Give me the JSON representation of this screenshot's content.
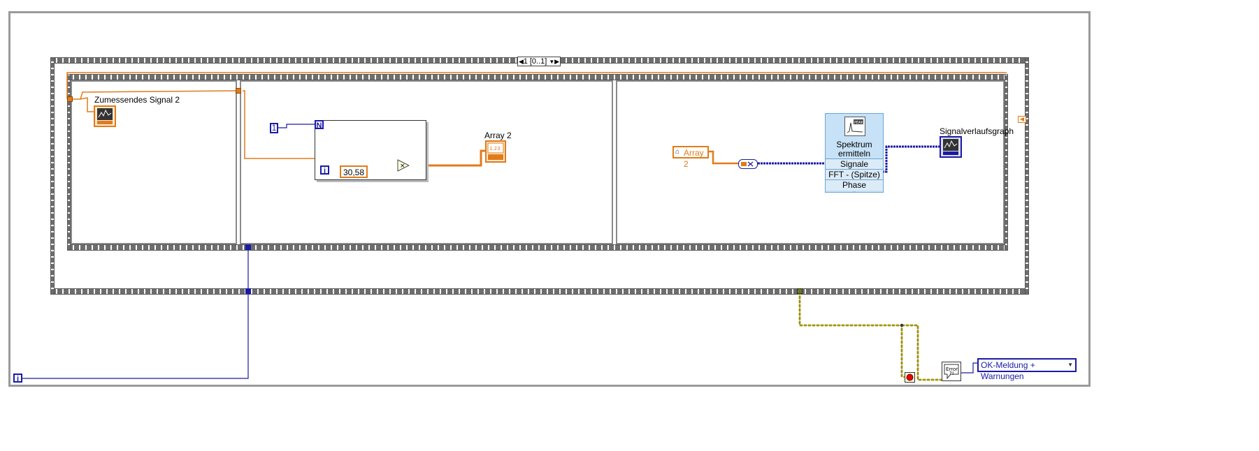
{
  "case_structure": {
    "selector_label": "1 [0..1]"
  },
  "nodes": {
    "signal_to_measure": {
      "label": "Zumessendes Signal 2"
    },
    "for_loop_count": {
      "value": "1"
    },
    "for_loop_N": {
      "label": "N"
    },
    "for_loop_i": {
      "label": "i"
    },
    "multiply_constant": {
      "value": "30,58"
    },
    "array2_indicator": {
      "label": "Array 2"
    },
    "array2_local": {
      "label": "Array 2"
    },
    "express_vi": {
      "title_line1": "Spektrum",
      "title_line2": "ermitteln",
      "badge": "PEAK",
      "terminals": [
        "Signale",
        "FFT - (Spitze)",
        "Phase"
      ]
    },
    "graph_indicator": {
      "label": "Signalverlaufsgraph"
    },
    "outer_loop_i": {
      "label": "i"
    },
    "error_handler": {
      "label": "Error"
    },
    "error_dialog_enum": {
      "value": "OK-Meldung + Warnungen"
    }
  },
  "colors": {
    "double_wire": "#e07b1a",
    "integer_wire": "#1a1aa6",
    "error_wire": "#c8b400",
    "express_bg": "#c7e1f6",
    "frame_gray": "#8a8a8a"
  }
}
